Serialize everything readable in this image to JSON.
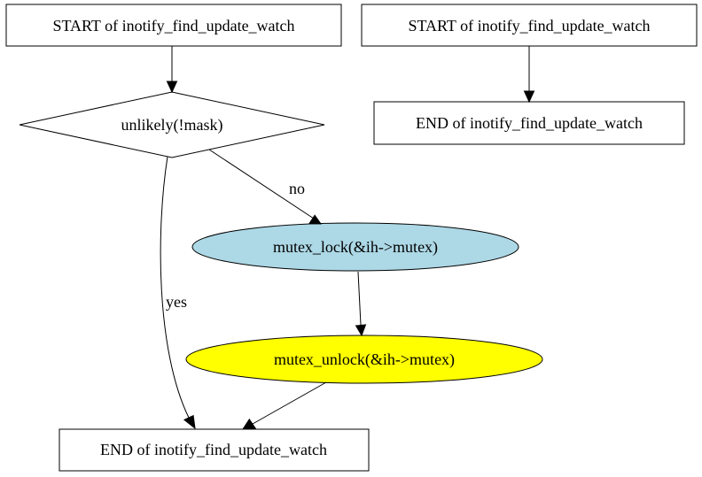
{
  "nodes": {
    "start_main": {
      "label": "START of inotify_find_update_watch",
      "shape": "box",
      "fill": "#ffffff"
    },
    "start_alt": {
      "label": "START of inotify_find_update_watch",
      "shape": "box",
      "fill": "#ffffff"
    },
    "end_alt": {
      "label": "END of inotify_find_update_watch",
      "shape": "box",
      "fill": "#ffffff"
    },
    "decision": {
      "label": "unlikely(!mask)",
      "shape": "diamond",
      "fill": "#ffffff"
    },
    "lock": {
      "label": "mutex_lock(&ih->mutex)",
      "shape": "ellipse",
      "fill": "#add8e6"
    },
    "unlock": {
      "label": "mutex_unlock(&ih->mutex)",
      "shape": "ellipse",
      "fill": "#ffff00"
    },
    "end_main": {
      "label": "END of inotify_find_update_watch",
      "shape": "box",
      "fill": "#ffffff"
    }
  },
  "edges": {
    "start_to_decision": {
      "from": "start_main",
      "to": "decision",
      "label": ""
    },
    "decision_no": {
      "from": "decision",
      "to": "lock",
      "label": "no"
    },
    "decision_yes": {
      "from": "decision",
      "to": "end_main",
      "label": "yes"
    },
    "lock_to_unlock": {
      "from": "lock",
      "to": "unlock",
      "label": ""
    },
    "unlock_to_end": {
      "from": "unlock",
      "to": "end_main",
      "label": ""
    },
    "start_alt_to_end_alt": {
      "from": "start_alt",
      "to": "end_alt",
      "label": ""
    }
  }
}
